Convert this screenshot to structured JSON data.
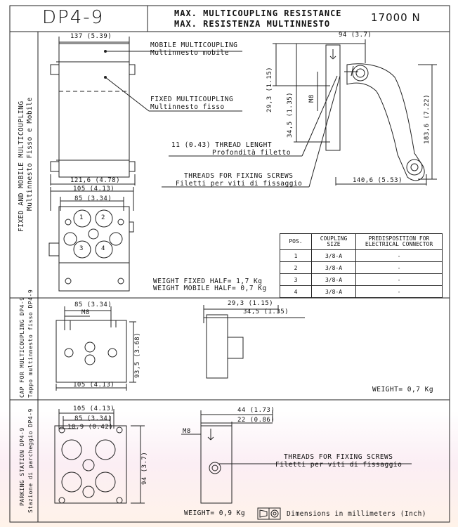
{
  "title": "DP4-9",
  "header": {
    "line1": "MAX. MULTICOUPLING RESISTANCE",
    "line2": "MAX. RESISTENZA MULTINNESTO",
    "force": "17000 N"
  },
  "section1": {
    "side_label_en": "FIXED AND MOBILE MULTICOUPLING",
    "side_label_it": "Multinnesto Fisso e Mobile",
    "mobile_en": "MOBILE MULTICOUPLING",
    "mobile_it": "Multinnesto mobile",
    "fixed_en": "FIXED MULTICOUPLING",
    "fixed_it": "Multinnesto fisso",
    "thread_en": "11 (0.43) THREAD LENGHT",
    "thread_it": "Profondità filetto",
    "screws_en": "THREADS FOR FIXING SCREWS",
    "screws_it": "Filetti per viti di fissaggio",
    "dims": {
      "top_width": "137 (5.39)",
      "bottom_width": "121,6 (4.78)",
      "face_105": "105 (4.13)",
      "face_85": "85 (3.34)",
      "arm_94": "94 (3.7)",
      "v_29": "29,3 (1.15)",
      "v_34": "34,5 (1.35)",
      "m8": "M8",
      "v_183": "183,6 (7.22)",
      "h_140": "140,6 (5.53)"
    },
    "circles": [
      "1",
      "2",
      "3",
      "4"
    ],
    "weight_fixed": "WEIGHT FIXED HALF= 1,7 Kg",
    "weight_mobile": "WEIGHT MOBILE HALF= 0,7 Kg",
    "table": {
      "headers": [
        "POS.",
        "COUPLING SIZE",
        "PREDISPOSITION FOR ELECTRICAL CONNECTOR"
      ],
      "rows": [
        [
          "1",
          "3/8-A",
          "-"
        ],
        [
          "2",
          "3/8-A",
          "-"
        ],
        [
          "3",
          "3/8-A",
          "-"
        ],
        [
          "4",
          "3/8-A",
          "-"
        ]
      ]
    }
  },
  "section2": {
    "side_label_en": "CAP FOR MULTICOUPLING DP4-9",
    "side_label_it": "Tappo multinnesto fisso DP4-9",
    "dims": {
      "top_85": "85 (3.34)",
      "m8": "M8",
      "v_93": "93,5 (3.68)",
      "bottom_105": "105 (4.13)",
      "r_29": "29,3 (1.15)",
      "r_34": "34,5 (1.35)"
    },
    "weight": "WEIGHT= 0,7 Kg"
  },
  "section3": {
    "side_label_en": "PARKING STATION DP4-9",
    "side_label_it": "Stazione di parcheggio DP4-9",
    "dims": {
      "w_105": "105 (4.13)",
      "w_85": "85 (3.34)",
      "w_10": "10,9 (0.42)",
      "v_94": "94 (3.7)",
      "r_44": "44 (1.73)",
      "r_22": "22 (0.86)",
      "m8": "M8"
    },
    "screws_en": "THREADS FOR FIXING SCREWS",
    "screws_it": "Filetti per viti di fissaggio",
    "weight": "WEIGHT= 0,9 Kg",
    "dimensions_note": "Dimensions in millimeters (Inch)"
  }
}
